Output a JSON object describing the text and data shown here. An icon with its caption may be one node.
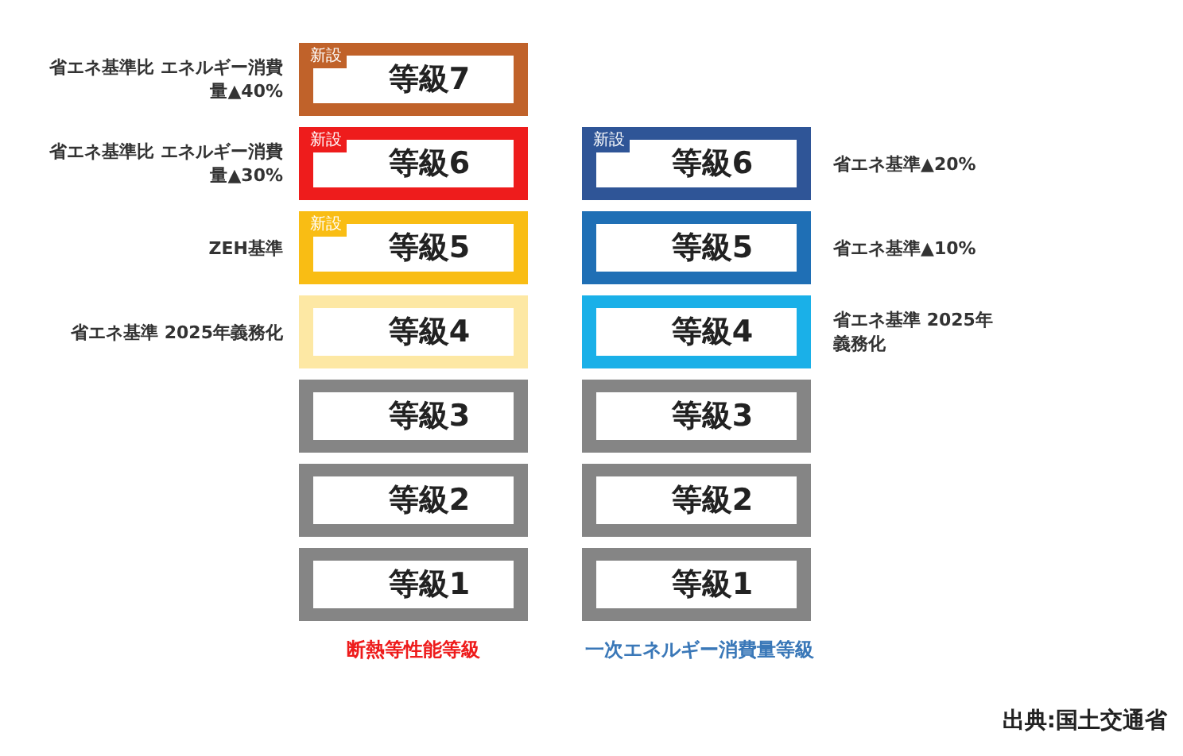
{
  "diagram": {
    "nodes": [
      {
        "text": [
          "新設",
          "等級7"
        ],
        "beside": [
          "省エネ基準比 エネルギー消費量▲40%"
        ]
      },
      {
        "text": [
          "新設",
          "等級6"
        ],
        "beside": [
          "省エネ基準比 エネルギー消費量▲30%"
        ]
      },
      {
        "text": [
          "新設",
          "等級6"
        ],
        "beside": [
          "省エネ基準▲20%"
        ]
      },
      {
        "text": [
          "新設",
          "等級5"
        ],
        "beside": [
          "ZEH基準"
        ]
      },
      {
        "text": [
          "等級5"
        ],
        "beside": [
          "省エネ基準▲10%"
        ]
      },
      {
        "text": [
          "等級4"
        ],
        "beside": [
          "省エネ基準 2025年義務化"
        ]
      },
      {
        "text": [
          "等級4"
        ],
        "beside": [
          "省エネ基準 2025年義務化"
        ]
      },
      {
        "text": [
          "等級3"
        ]
      },
      {
        "text": [
          "等級3"
        ]
      },
      {
        "text": [
          "等級2"
        ]
      },
      {
        "text": [
          "等級2"
        ]
      },
      {
        "text": [
          "等級1"
        ]
      },
      {
        "text": [
          "等級1"
        ]
      }
    ],
    "labels": [
      "断熱等性能等級",
      "一次エネルギー消費量等級",
      "出典:国土交通省"
    ]
  }
}
